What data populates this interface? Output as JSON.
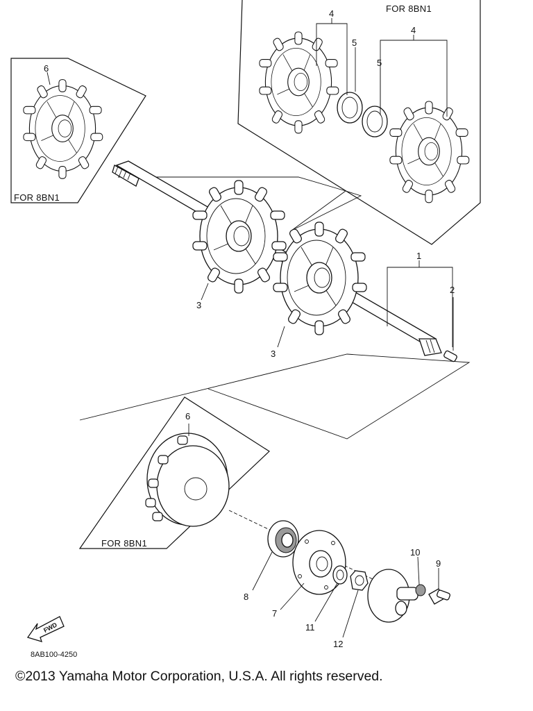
{
  "box_labels": {
    "top_right": "FOR 8BN1",
    "top_left": "FOR 8BN1",
    "bottom": "FOR 8BN1"
  },
  "callouts": {
    "c1": "1",
    "c2": "2",
    "c3a": "3",
    "c3b": "3",
    "c4a": "4",
    "c4b": "4",
    "c5a": "5",
    "c5b": "5",
    "c6a": "6",
    "c6b": "6",
    "c7": "7",
    "c8": "8",
    "c9": "9",
    "c10": "10",
    "c11": "11",
    "c12": "12"
  },
  "fwd_label": "FWD",
  "drawing_code": "8AB100-4250",
  "copyright": "©2013 Yamaha Motor Corporation, U.S.A. All rights reserved."
}
